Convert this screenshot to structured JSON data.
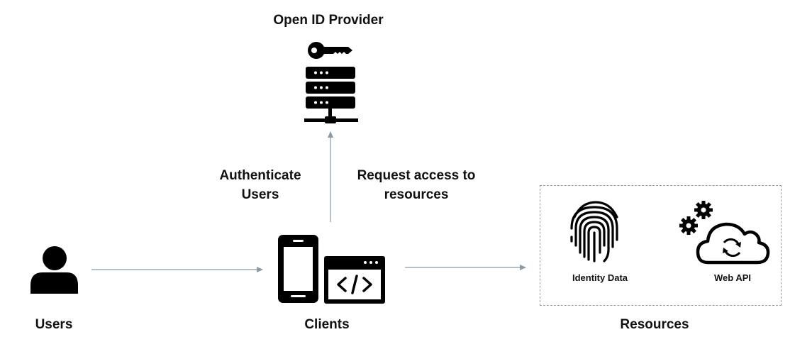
{
  "provider": {
    "title": "Open ID Provider"
  },
  "edges": {
    "authenticate": "Authenticate Users",
    "request": "Request access to resources"
  },
  "nodes": {
    "users": "Users",
    "clients": "Clients",
    "resources": "Resources"
  },
  "resources": {
    "identity_data": "Identity Data",
    "web_api": "Web API"
  },
  "colors": {
    "arrow": "#8a9aa8",
    "icon": "#000000",
    "box_border": "#9a9a9a"
  },
  "icons": [
    "key-icon",
    "server-icon",
    "user-icon",
    "mobile-phone-icon",
    "code-window-icon",
    "fingerprint-icon",
    "gears-icon",
    "cloud-sync-icon"
  ]
}
